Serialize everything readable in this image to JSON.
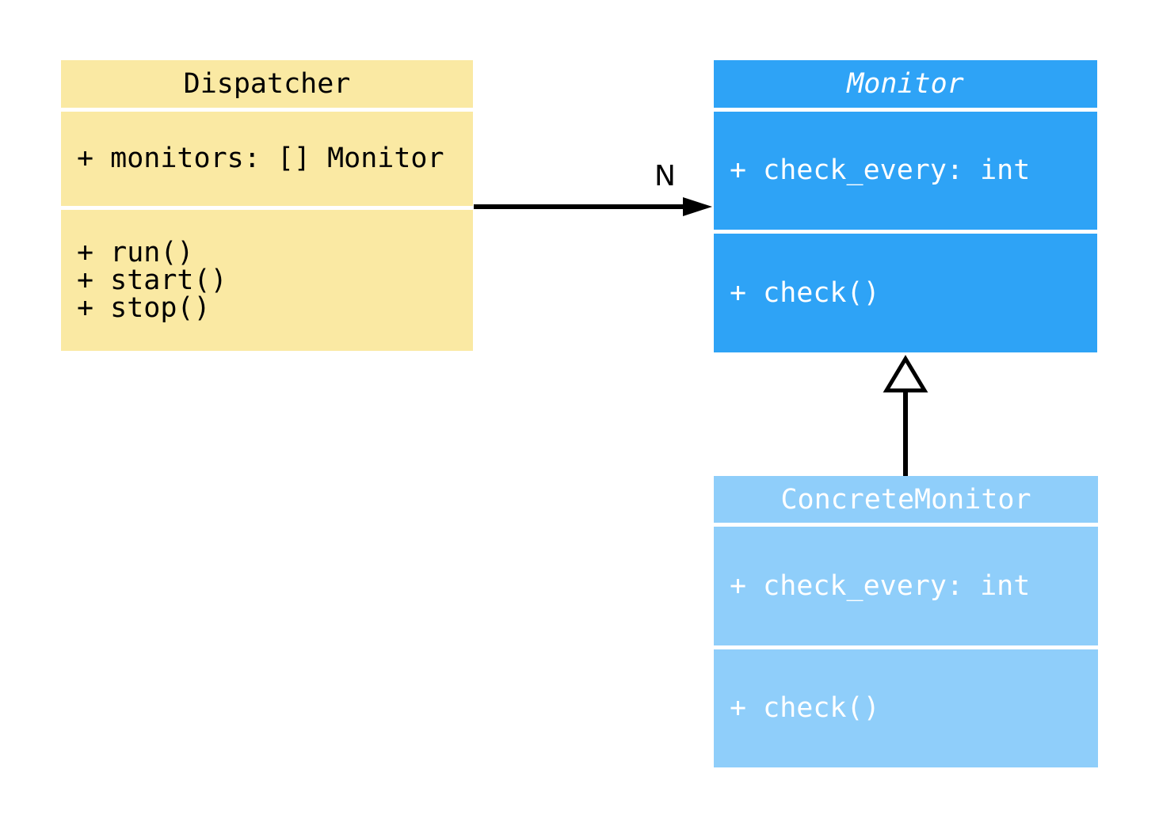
{
  "diagram": {
    "kind": "uml-class-diagram",
    "background": "#ffffff",
    "line_color": "#000000"
  },
  "classes": [
    {
      "name": "Dispatcher",
      "abstract": false,
      "fill": "#fae9a3",
      "text_color": "#000000",
      "attributes": [
        "+ monitors: [] Monitor"
      ],
      "methods": [
        "+ run()",
        "+ start()",
        "+ stop()"
      ]
    },
    {
      "name": "Monitor",
      "abstract": true,
      "fill": "#2ea3f6",
      "text_color": "#ffffff",
      "attributes": [
        "+ check_every: int"
      ],
      "methods": [
        "+ check()"
      ]
    },
    {
      "name": "ConcreteMonitor",
      "abstract": false,
      "fill": "#8fcefa",
      "text_color": "#ffffff",
      "attributes": [
        "+ check_every: int"
      ],
      "methods": [
        "+ check()"
      ]
    }
  ],
  "relationships": [
    {
      "type": "association",
      "from": "Dispatcher",
      "to": "Monitor",
      "label": "N",
      "arrowhead": "filled-arrow",
      "color": "#000000"
    },
    {
      "type": "inheritance",
      "from": "ConcreteMonitor",
      "to": "Monitor",
      "label": "",
      "arrowhead": "hollow-triangle",
      "color": "#000000"
    }
  ]
}
